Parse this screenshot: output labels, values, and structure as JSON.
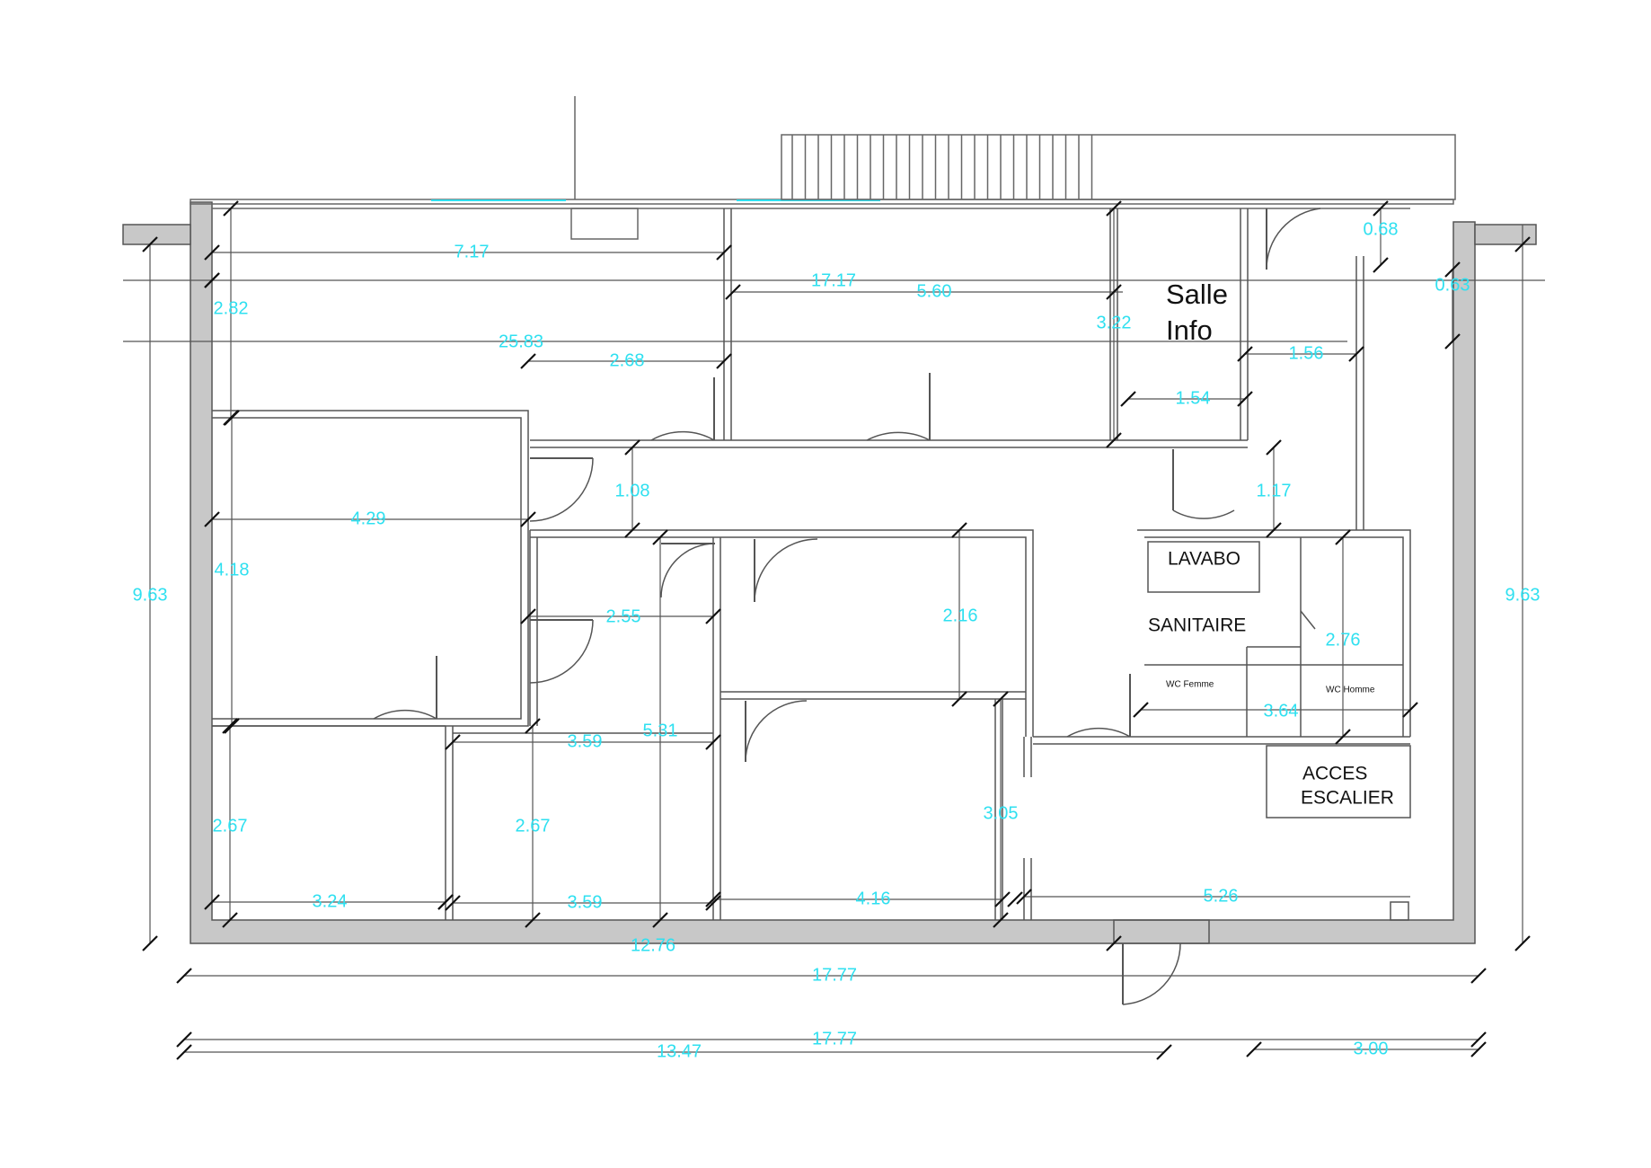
{
  "colors": {
    "dimension": "#2fe0f0",
    "wall_fill": "#c8c8c8",
    "line": "#444444",
    "label": "#111111"
  },
  "rooms": {
    "salle_info": [
      "Salle",
      "Info"
    ],
    "lavabo": "LAVABO",
    "sanitaire": "SANITAIRE",
    "wc_femme": "WC Femme",
    "wc_homme": "WC Homme",
    "acces_escalier": [
      "ACCES",
      "ESCALIER"
    ]
  },
  "dimensions": {
    "d717": "7.17",
    "d1717": "17.17",
    "d560": "5.60",
    "d322": "3.22",
    "d068": "0.68",
    "d063": "0.63",
    "d282": "2.82",
    "d2583": "25.83",
    "d268": "2.68",
    "d156": "1.56",
    "d154": "1.54",
    "d108": "1.08",
    "d117": "1.17",
    "d429": "4.29",
    "d418": "4.18",
    "d963_left": "9.63",
    "d963_right": "9.63",
    "d255": "2.55",
    "d216": "2.16",
    "d276": "2.76",
    "d364": "3.64",
    "d359_upper": "3.59",
    "d531": "5.31",
    "d267_left": "2.67",
    "d267_mid": "2.67",
    "d305": "3.05",
    "d324": "3.24",
    "d359_lower": "3.59",
    "d416": "4.16",
    "d526": "5.26",
    "d1276": "12.76",
    "d1777_a": "17.77",
    "d1777_b": "17.77",
    "d1347": "13.47",
    "d300": "3.00"
  }
}
